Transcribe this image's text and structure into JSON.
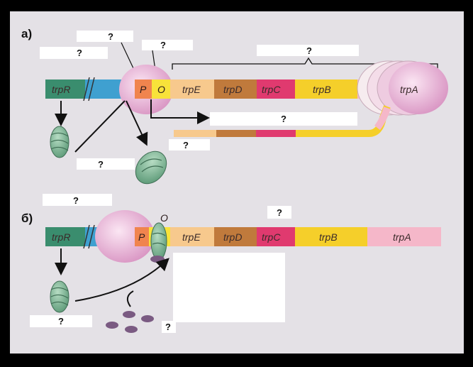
{
  "panels": {
    "a": "а)",
    "b": "б)"
  },
  "genes": {
    "trpR": "trpR",
    "trpE": "trpE",
    "trpD": "trpD",
    "trpC": "trpC",
    "trpB": "trpB",
    "trpA": "trpA",
    "P": "P",
    "O": "O"
  },
  "labels_a": {
    "promoter_q": "?",
    "repressor_gene_q": "?",
    "operator_q": "?",
    "operon_q": "?",
    "mrna_q": "?",
    "repressor_protein_q": "?",
    "polymerase_q": "?"
  },
  "labels_b": {
    "title_q": "?",
    "operon_q": "?",
    "repressor_q": "?",
    "tryptophan_q": "?"
  },
  "colors": {
    "background": "#e4e1e6",
    "frame": "#000000",
    "regulator_teal": "#3a8d6e",
    "regulator_blue": "#3fa0d0",
    "promoter_orange": "#f0844e",
    "operator_yellow": "#f8e23a",
    "trpE_peach": "#f7c98d",
    "trpD_brown": "#c07a3c",
    "trpC_magenta": "#e03a6f",
    "trpB_yellow": "#f5cf2a",
    "trpA_pink": "#f5b7c9",
    "polymerase_pink": "#eebcdc",
    "protein_green": "#8fc2a2",
    "tryptophan_purple": "#7a5a82"
  }
}
